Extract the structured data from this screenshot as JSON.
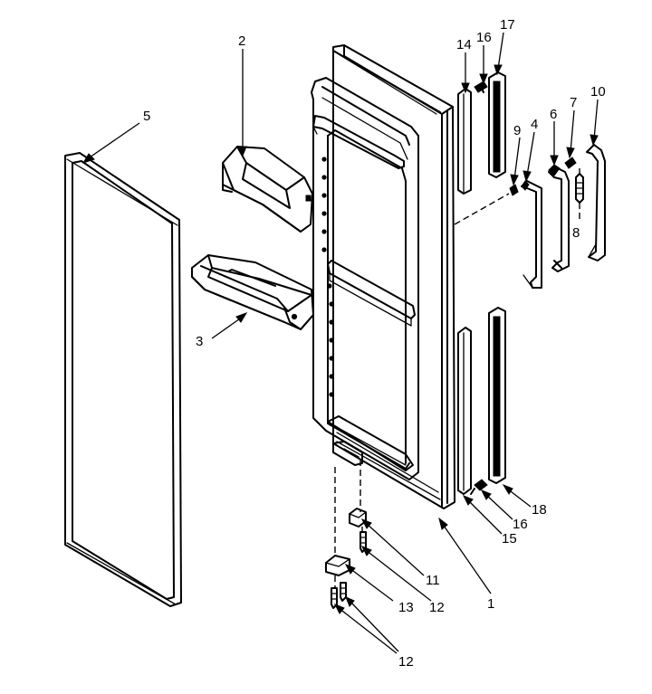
{
  "callouts": {
    "c1": "1",
    "c2": "2",
    "c3": "3",
    "c4": "4",
    "c5": "5",
    "c6": "6",
    "c7": "7",
    "c8": "8",
    "c9": "9",
    "c10": "10",
    "c11": "11",
    "c12a": "12",
    "c12b": "12",
    "c13": "13",
    "c14": "14",
    "c15": "15",
    "c16a": "16",
    "c16b": "16",
    "c17": "17",
    "c18": "18"
  }
}
